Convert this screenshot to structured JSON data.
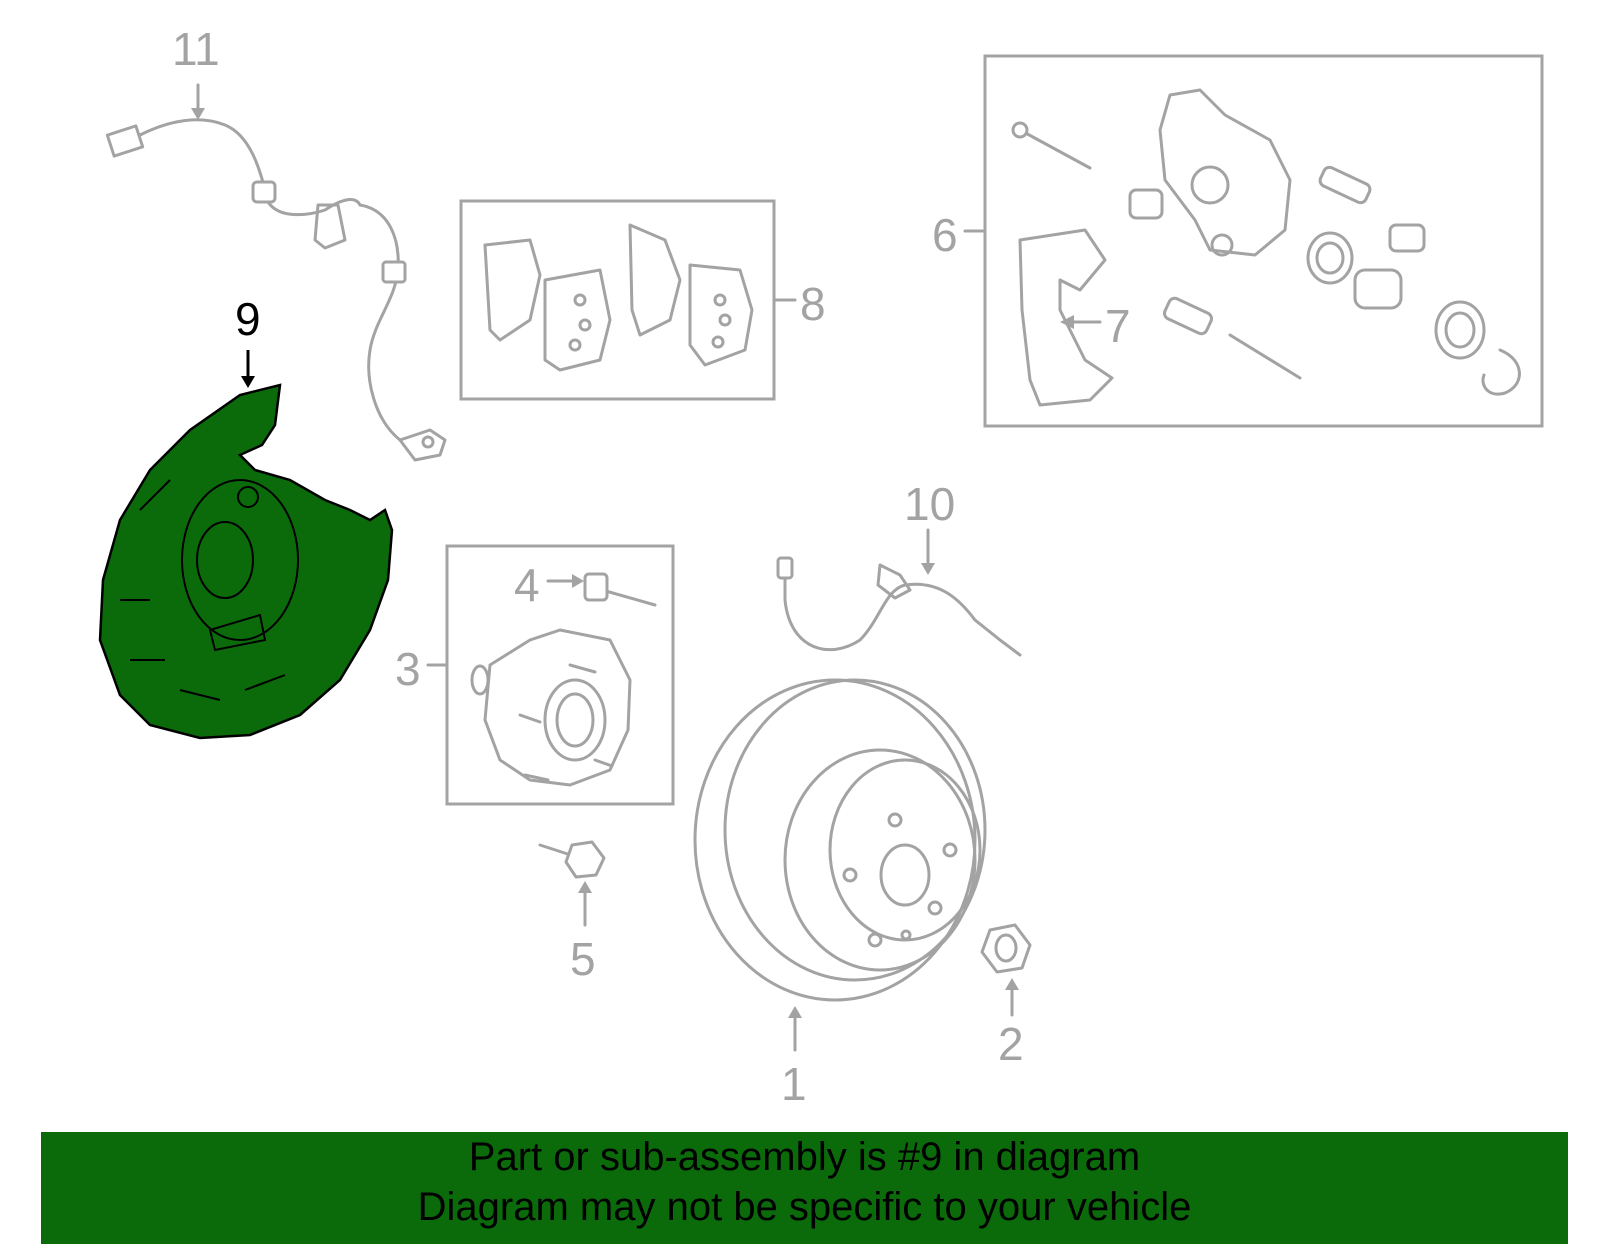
{
  "callouts": {
    "c1": "1",
    "c2": "2",
    "c3": "3",
    "c4": "4",
    "c5": "5",
    "c6": "6",
    "c7": "7",
    "c8": "8",
    "c9": "9",
    "c10": "10",
    "c11": "11"
  },
  "highlight": {
    "part": "9",
    "color": "#0b6b0b"
  },
  "colors": {
    "line_art": "#a3a3a3",
    "footer_bg": "#0b6b0b"
  },
  "footer": {
    "line1": "Part or sub-assembly is #9 in diagram",
    "line2": "Diagram may not be specific to your vehicle"
  }
}
